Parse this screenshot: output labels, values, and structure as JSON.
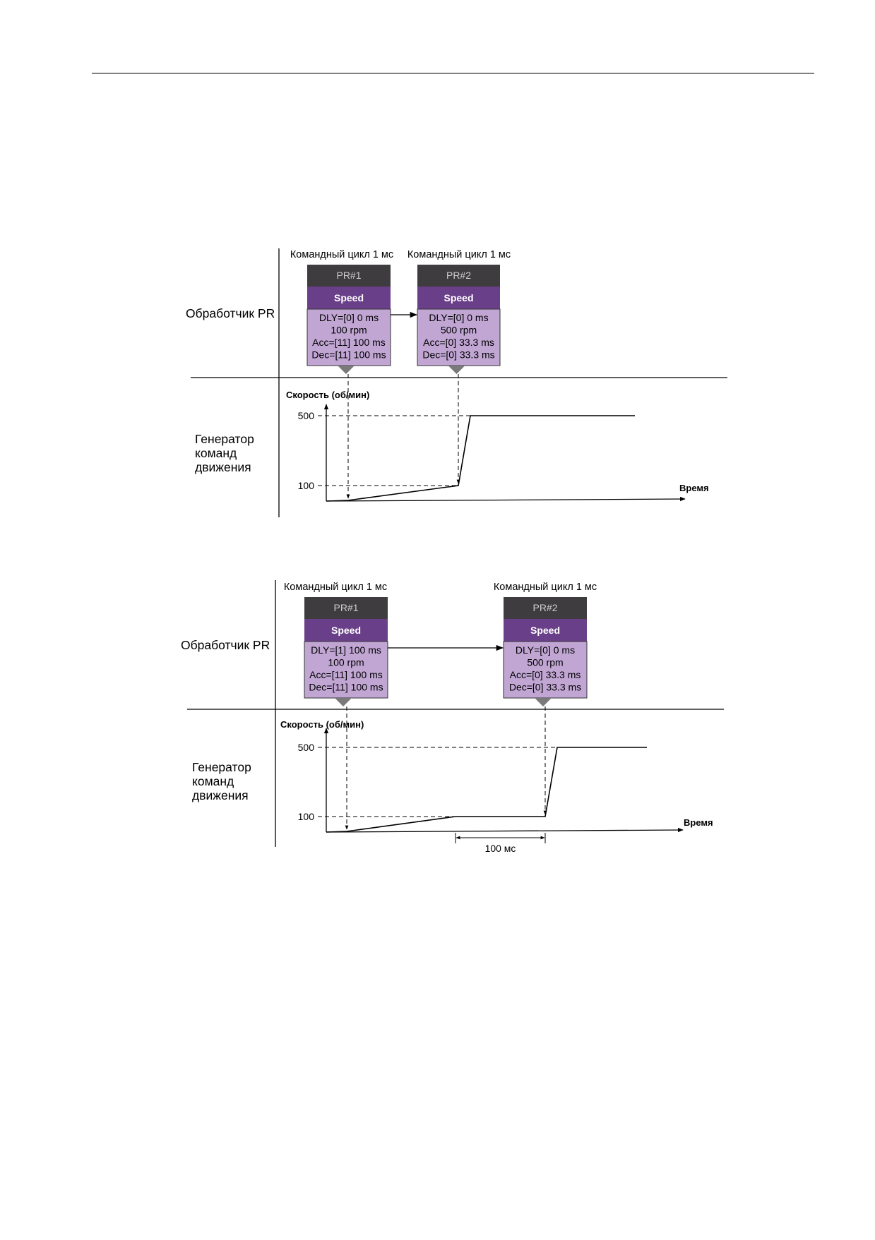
{
  "colors": {
    "header_bg": "#3e3c3e",
    "header_text": "#cfcfcf",
    "type_bg": "#6a3f8a",
    "type_text": "#ffffff",
    "params_bg": "#c1a6d4",
    "triangle": "#7a7a7a",
    "line": "#000000"
  },
  "diagrams": [
    {
      "pr_handler_label": "Обработчик PR",
      "generator_label": [
        "Генератор",
        "команд",
        "движения"
      ],
      "boxes": [
        {
          "cycle_label": "Командный цикл 1 мс",
          "header": "PR#1",
          "type": "Speed",
          "params": [
            "DLY=[0] 0 ms",
            "100 rpm",
            "Acc=[11] 100 ms",
            "Dec=[11] 100 ms"
          ]
        },
        {
          "cycle_label": "Командный цикл 1 мс",
          "header": "PR#2",
          "type": "Speed",
          "params": [
            "DLY=[0] 0 ms",
            "500 rpm",
            "Acc=[0] 33.3 ms",
            "Dec=[0] 33.3 ms"
          ]
        }
      ],
      "chart": {
        "y_title": "Скорость (об/мин)",
        "x_title": "Время",
        "y_ticks": [
          "500",
          "100"
        ],
        "interval_label": ""
      }
    },
    {
      "pr_handler_label": "Обработчик PR",
      "generator_label": [
        "Генератор",
        "команд",
        "движения"
      ],
      "boxes": [
        {
          "cycle_label": "Командный цикл 1 мс",
          "header": "PR#1",
          "type": "Speed",
          "params": [
            "DLY=[1] 100 ms",
            "100 rpm",
            "Acc=[11] 100 ms",
            "Dec=[11] 100 ms"
          ]
        },
        {
          "cycle_label": "Командный цикл 1 мс",
          "header": "PR#2",
          "type": "Speed",
          "params": [
            "DLY=[0] 0 ms",
            "500 rpm",
            "Acc=[0] 33.3 ms",
            "Dec=[0] 33.3 ms"
          ]
        }
      ],
      "chart": {
        "y_title": "Скорость (об/мин)",
        "x_title": "Время",
        "y_ticks": [
          "500",
          "100"
        ],
        "interval_label": "100 мс"
      }
    }
  ]
}
